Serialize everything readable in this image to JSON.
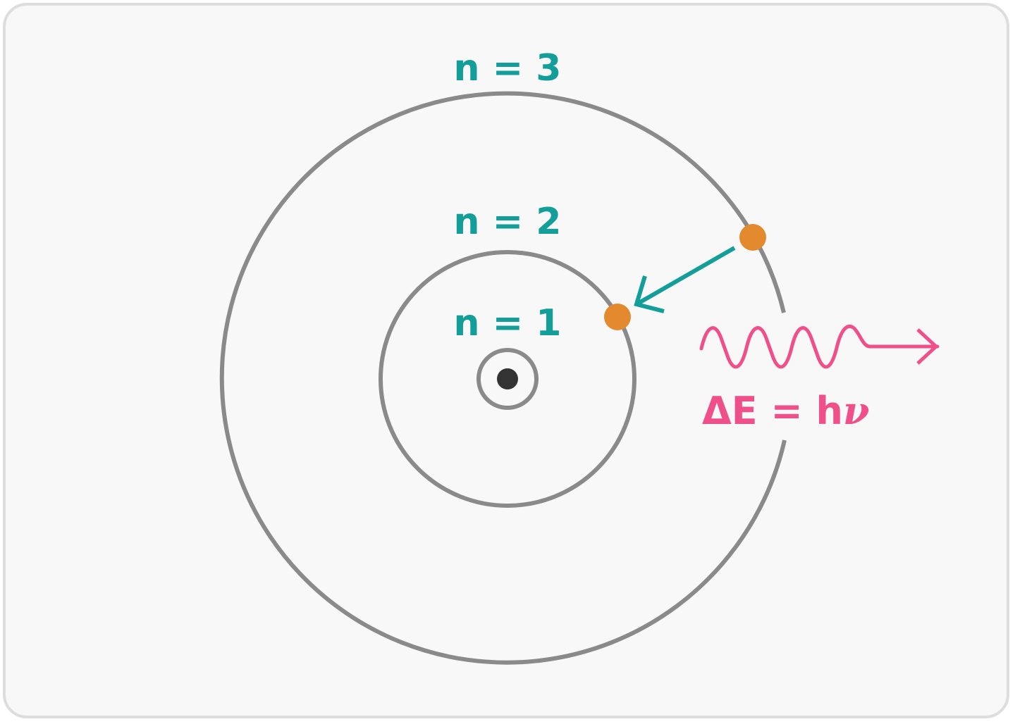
{
  "colors": {
    "orbit": "#8a8a8a",
    "label": "#139e9a",
    "electron": "#e3892e",
    "transition_arrow": "#139e9a",
    "photon": "#f0508a",
    "nucleus": "#333333",
    "background": "#f8f8f8",
    "border": "#dddddd"
  },
  "diagram": {
    "levels": [
      {
        "label": "n = 1"
      },
      {
        "label": "n = 2"
      },
      {
        "label": "n = 3"
      }
    ],
    "photon": {
      "equation_prefix": "ΔE = h",
      "equation_symbol": "ν"
    }
  }
}
